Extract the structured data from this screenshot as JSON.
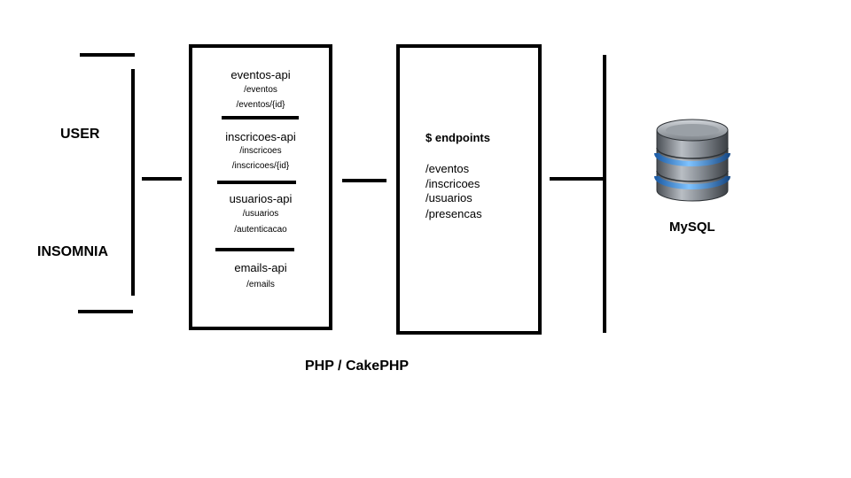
{
  "clients": {
    "user_label": "USER",
    "insomnia_label": "INSOMNIA"
  },
  "apis": [
    {
      "name": "eventos-api",
      "paths": [
        "/eventos",
        "/eventos/{id}"
      ]
    },
    {
      "name": "inscricoes-api",
      "paths": [
        "/inscricoes",
        "/inscricoes/{id}"
      ]
    },
    {
      "name": "usuarios-api",
      "paths": [
        "/usuarios",
        "/autenticacao"
      ]
    },
    {
      "name": "emails-api",
      "paths": [
        "/emails"
      ]
    }
  ],
  "framework_label": "PHP / CakePHP",
  "endpoints": {
    "title": "$ endpoints",
    "items": [
      "/eventos",
      "/inscricoes",
      "/usuarios",
      "/presencas"
    ]
  },
  "database": {
    "label": "MySQL",
    "icon": "database-icon"
  }
}
